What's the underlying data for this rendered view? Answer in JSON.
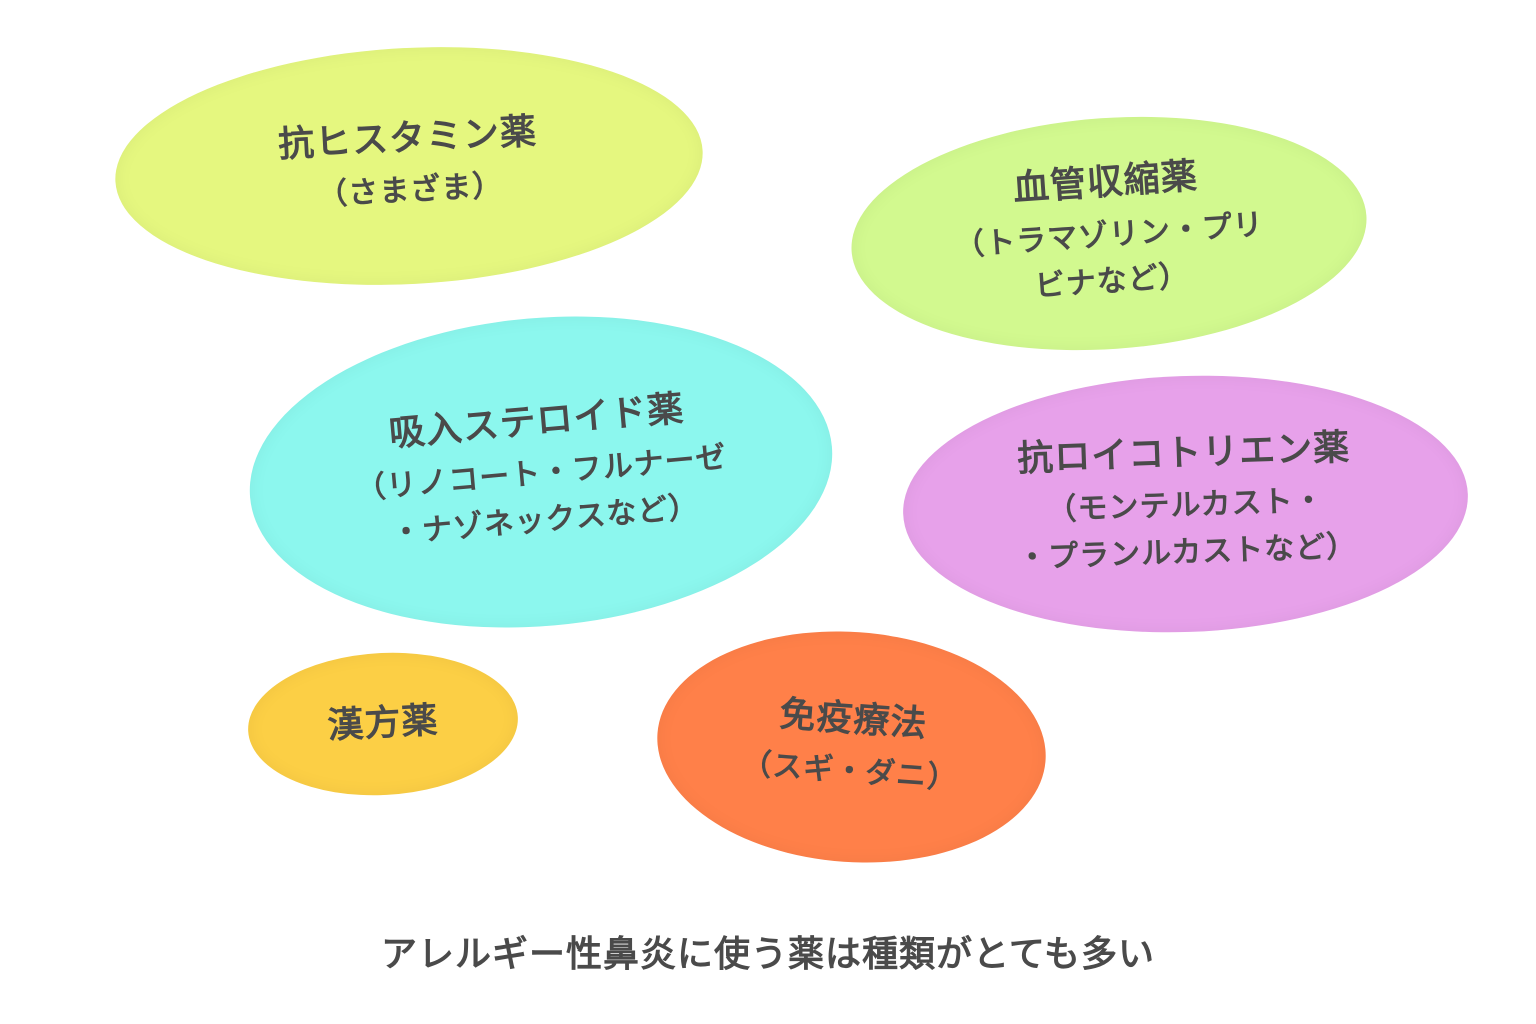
{
  "nodes": [
    {
      "id": "antihistamine",
      "title": "抗ヒスタミン薬",
      "sub": "（さまざま）",
      "color": "#e5f77f"
    },
    {
      "id": "vasoconstrictor",
      "title": "血管収縮薬",
      "sub": "（トラマゾリン・プリ\nビナなど）",
      "color": "#d2f98f"
    },
    {
      "id": "inhaled-steroid",
      "title": "吸入ステロイド薬",
      "sub": "（リノコート・フルナーゼ\n・ナゾネックスなど）",
      "color": "#8cf7ee"
    },
    {
      "id": "antileukotriene",
      "title": "抗ロイコトリエン薬",
      "sub": "（モンテルカスト・\n・プランルカストなど）",
      "color": "#e7a1ea"
    },
    {
      "id": "kampo",
      "title": "漢方薬",
      "sub": "",
      "color": "#fccf45"
    },
    {
      "id": "immunotherapy",
      "title": "免疫療法",
      "sub": "（スギ・ダニ）",
      "color": "#ff8049"
    }
  ],
  "caption": "アレルギー性鼻炎に使う薬は種類がとても多い"
}
